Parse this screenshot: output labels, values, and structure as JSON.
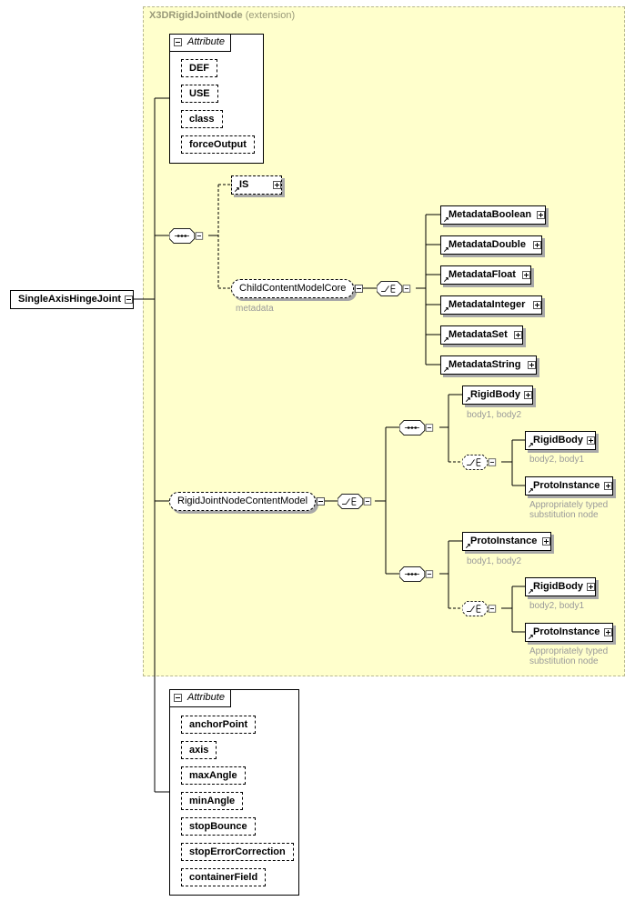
{
  "extension": {
    "name": "X3DRigidJointNode",
    "suffix": "(extension)"
  },
  "root": {
    "name": "SingleAxisHingeJoint"
  },
  "attribute_group_1": {
    "label": "Attribute",
    "items": [
      "DEF",
      "USE",
      "class",
      "forceOutput"
    ]
  },
  "attribute_group_2": {
    "label": "Attribute",
    "items": [
      "anchorPoint",
      "axis",
      "maxAngle",
      "minAngle",
      "stopBounce",
      "stopErrorCorrection",
      "containerField"
    ]
  },
  "is_element": "IS",
  "child_content_model": {
    "name": "ChildContentModelCore",
    "note": "metadata"
  },
  "metadata_choices": [
    "MetadataBoolean",
    "MetadataDouble",
    "MetadataFloat",
    "MetadataInteger",
    "MetadataSet",
    "MetadataString"
  ],
  "rigid_content_model": {
    "name": "RigidJointNodeContentModel"
  },
  "seq1": {
    "first": {
      "name": "RigidBody",
      "note": "body1, body2"
    },
    "choice": [
      {
        "name": "RigidBody",
        "note": "body2, body1"
      },
      {
        "name": "ProtoInstance",
        "note_line1": "Appropriately typed",
        "note_line2": "substitution node"
      }
    ]
  },
  "seq2": {
    "first": {
      "name": "ProtoInstance",
      "note": "body1, body2"
    },
    "choice": [
      {
        "name": "RigidBody",
        "note": "body2, body1"
      },
      {
        "name": "ProtoInstance",
        "note_line1": "Appropriately typed",
        "note_line2": "substitution node"
      }
    ]
  }
}
